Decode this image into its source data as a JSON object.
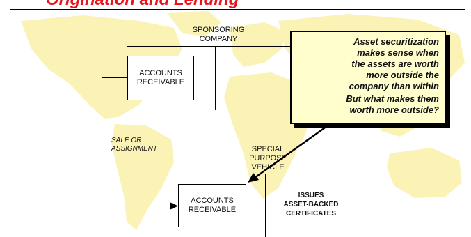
{
  "slide": {
    "title": "Origination and Lending"
  },
  "diagram": {
    "sponsor_label": [
      "SPONSORING",
      "COMPANY"
    ],
    "box_top": [
      "ACCOUNTS",
      "RECEIVABLE"
    ],
    "sale_label": [
      "SALE OR",
      "ASSIGNMENT"
    ],
    "spv_label": [
      "SPECIAL",
      "PURPOSE",
      "VEHICLE"
    ],
    "box_bottom": [
      "ACCOUNTS",
      "RECEIVABLE"
    ],
    "issues_label": [
      "ISSUES",
      "ASSET-BACKED",
      "CERTIFICATES"
    ]
  },
  "callout": {
    "lines": [
      "Asset securitization",
      "makes sense when",
      "the assets are worth",
      "more outside the",
      "company than within"
    ],
    "question_lines": [
      "But what makes them",
      "worth more outside?"
    ]
  },
  "colors": {
    "title": "#e8141c",
    "map": "#fbf2b6",
    "callout_fill": "#fffecc"
  }
}
